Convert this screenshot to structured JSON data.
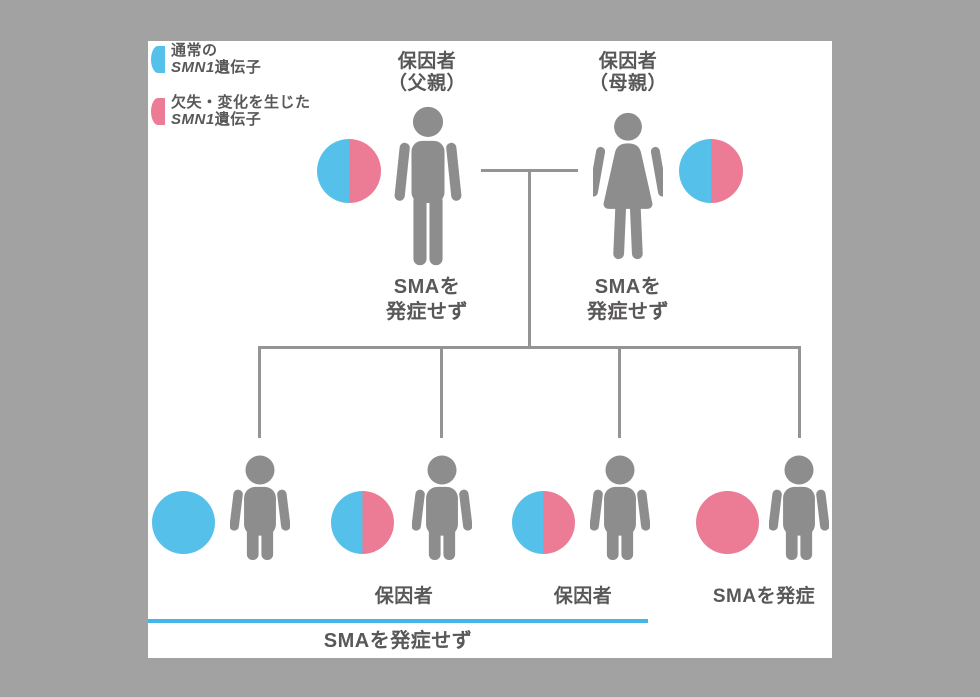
{
  "colors": {
    "background_gray": "#a2a2a2",
    "panel_white": "#ffffff",
    "gene_blue": "#55c1ea",
    "gene_pink": "#ec7b96",
    "figure_gray": "#8d8d8d",
    "tree_line_gray": "#949494",
    "text_gray": "#595757",
    "underline_blue": "#44b5e8"
  },
  "legend": {
    "items": [
      {
        "icon": "normal-gene-half-circle",
        "line1": "通常の",
        "gene": "SMN1",
        "gene_suffix": "遺伝子"
      },
      {
        "icon": "mutated-gene-half-circle",
        "line1": "欠失・変化を生じた",
        "gene": "SMN1",
        "gene_suffix": "遺伝子"
      }
    ]
  },
  "parents": {
    "father": {
      "role": "保因者",
      "relation": "（父親）",
      "status_line1": "SMAを",
      "status_line2": "発症せず",
      "genotype": "carrier"
    },
    "mother": {
      "role": "保因者",
      "relation": "（母親）",
      "status_line1": "SMAを",
      "status_line2": "発症せず",
      "genotype": "carrier"
    }
  },
  "children": [
    {
      "genotype": "normal",
      "label": ""
    },
    {
      "genotype": "carrier",
      "label": "保因者"
    },
    {
      "genotype": "carrier",
      "label": "保因者"
    },
    {
      "genotype": "affected",
      "label": "SMAを発症"
    }
  ],
  "footer": {
    "label": "SMAを発症せず"
  }
}
